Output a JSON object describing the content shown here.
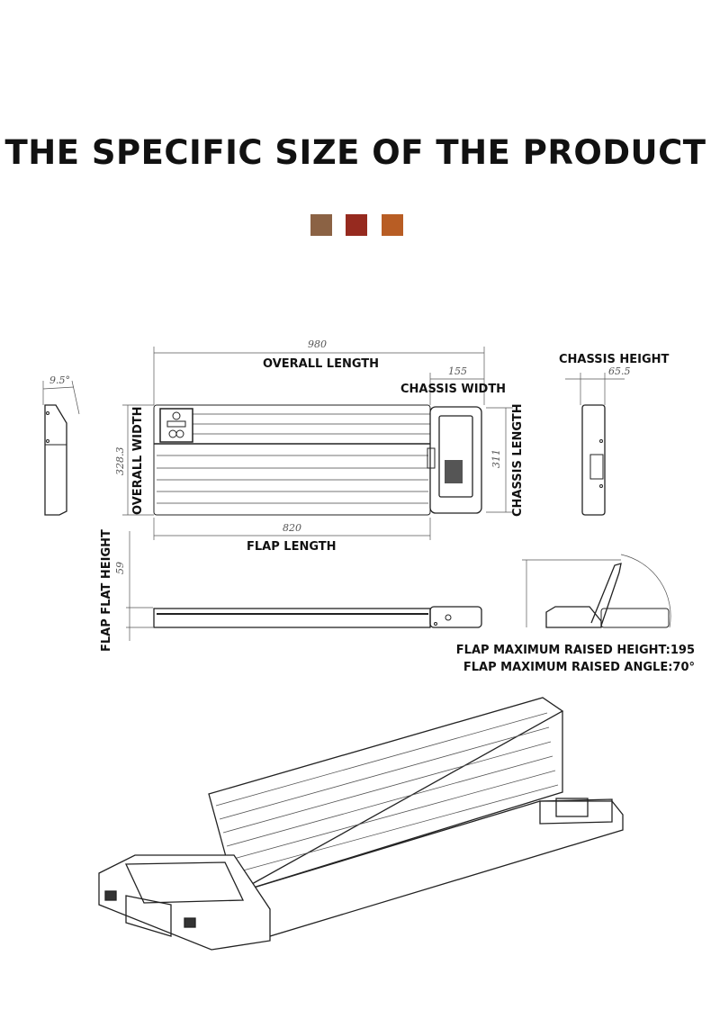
{
  "title": "THE SPECIFIC SIZE OF THE PRODUCT",
  "color_swatches": [
    "#8b6244",
    "#962a1f",
    "#b85d24"
  ],
  "dimensions": {
    "overall_length": {
      "label": "OVERALL LENGTH",
      "value": "980"
    },
    "chassis_width": {
      "label": "CHASSIS WIDTH",
      "value": "155"
    },
    "chassis_height": {
      "label": "CHASSIS HEIGHT",
      "value": "65.5"
    },
    "overall_width": {
      "label": "OVERALL WIDTH",
      "value": "328.3"
    },
    "chassis_length": {
      "label": "CHASSIS LENGTH",
      "value": "311"
    },
    "flap_length": {
      "label": "FLAP LENGTH",
      "value": "820"
    },
    "flap_flat_height": {
      "label": "FLAP FLAT HEIGHT",
      "value": "59"
    },
    "side_angle": {
      "value": "9.5°"
    }
  },
  "notes": [
    "FLAP MAXIMUM RAISED HEIGHT:195",
    "FLAP MAXIMUM RAISED ANGLE:70°"
  ]
}
